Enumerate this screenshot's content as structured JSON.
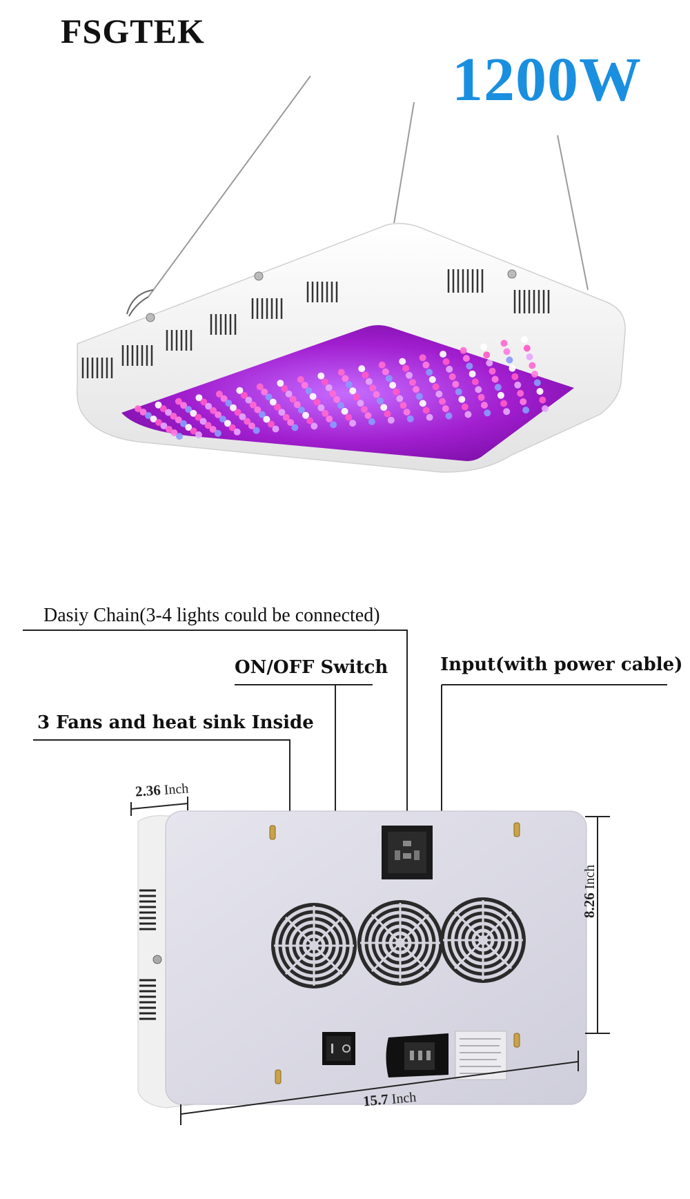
{
  "brand": "FSGTEK",
  "wattage": "1200W",
  "callouts": {
    "daisy_chain": "Dasiy Chain(3-4 lights could be connected)",
    "switch": "ON/OFF Switch",
    "input": "Input(with power cable)",
    "fans": "3 Fans and heat sink Inside"
  },
  "dimensions": {
    "depth_value": "2.36",
    "height_value": "8.26",
    "width_value": "15.7",
    "unit": "Inch"
  },
  "colors": {
    "wattage": "#1a8fe0",
    "led_panel": "#a01fcf",
    "housing": "#f4f4f4",
    "back_plate": "#dcdbe6"
  }
}
